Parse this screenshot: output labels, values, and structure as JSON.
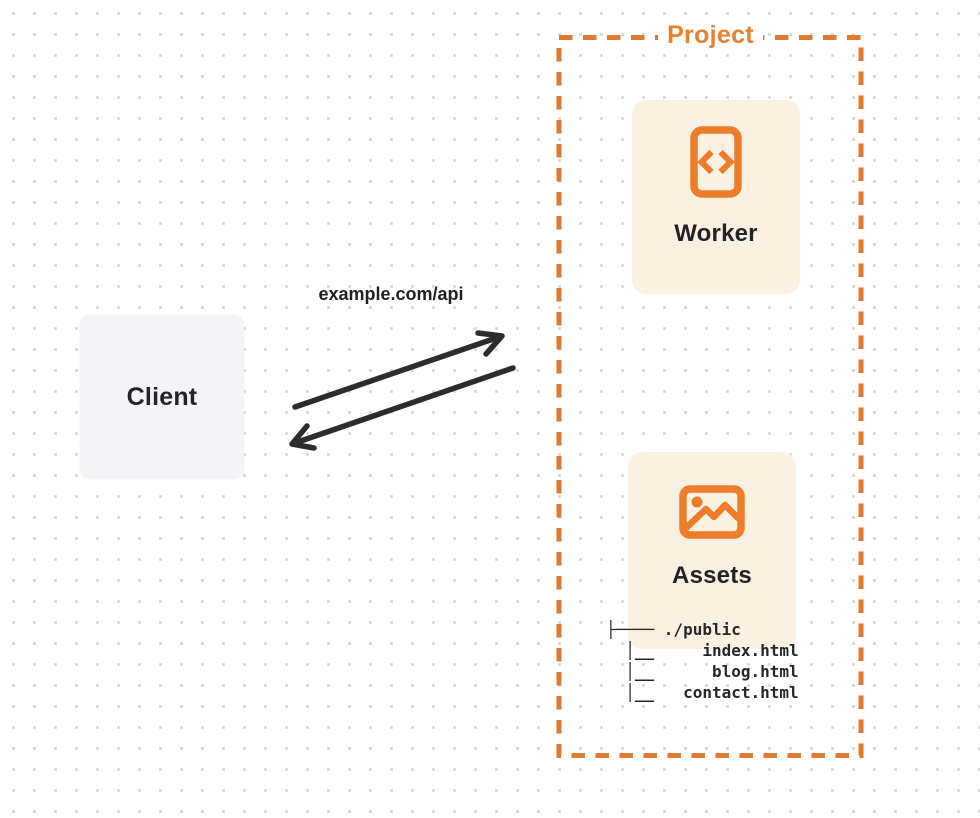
{
  "colors": {
    "accent_orange": "#ED7D2A",
    "dashed_border_orange": "#E07A2E",
    "card_background": "#FBF1E2",
    "client_background": "#F4F4F6",
    "arrow_dark": "#2B2C2E",
    "text_dark": "#222327",
    "grid_dot": "#D9D9DC"
  },
  "client": {
    "label": "Client"
  },
  "request": {
    "url_label": "example.com/api"
  },
  "project": {
    "title": "Project",
    "nodes": [
      {
        "label": "Worker",
        "icon": "code-icon"
      },
      {
        "label": "Assets",
        "icon": "image-icon"
      }
    ],
    "file_tree": {
      "lines": [
        "├──── ./public",
        "  │__     index.html",
        "  │__      blog.html",
        "  │__   contact.html"
      ]
    }
  }
}
